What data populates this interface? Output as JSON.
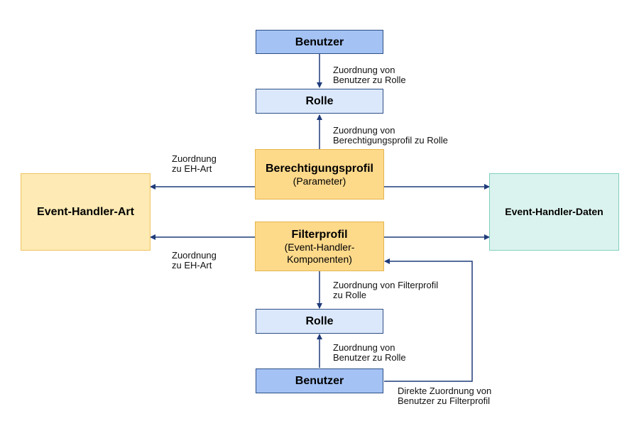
{
  "nodes": {
    "benutzer_top": {
      "title": "Benutzer"
    },
    "rolle_top": {
      "title": "Rolle"
    },
    "berechtigungsprofil": {
      "title": "Berechtigungsprofil",
      "sub": "(Parameter)"
    },
    "filterprofil": {
      "title": "Filterprofil",
      "sub1": "(Event-Handler-",
      "sub2": "Komponenten)"
    },
    "rolle_bottom": {
      "title": "Rolle"
    },
    "benutzer_bottom": {
      "title": "Benutzer"
    },
    "event_handler_art": {
      "title": "Event-Handler-Art"
    },
    "event_handler_daten": {
      "title": "Event-Handler-Daten"
    }
  },
  "edge_labels": {
    "benutzer_rolle_top": {
      "line1": "Zuordnung von",
      "line2": "Benutzer zu Rolle"
    },
    "berechtigung_rolle": {
      "line1": "Zuordnung von",
      "line2": "Berechtigungsprofil zu Rolle"
    },
    "berechtigung_eh_art": {
      "line1": "Zuordnung",
      "line2": "zu EH-Art"
    },
    "filter_eh_art": {
      "line1": "Zuordnung",
      "line2": "zu EH-Art"
    },
    "filter_rolle": {
      "line1": "Zuordnung von Filterprofil",
      "line2": "zu Rolle"
    },
    "benutzer_rolle_bottom": {
      "line1": "Zuordnung von",
      "line2": "Benutzer zu Rolle"
    },
    "direkt_benutzer_filter": {
      "line1": "Direkte Zuordnung von",
      "line2": "Benutzer zu Filterprofil"
    }
  },
  "colors": {
    "arrow": "#1f3b7a",
    "blue_dark": "#a4c2f4",
    "blue_light": "#dbe8fb",
    "yellow_main": "#fdd98a",
    "yellow_light": "#fdeab4",
    "teal_light": "#dbf3ee"
  }
}
